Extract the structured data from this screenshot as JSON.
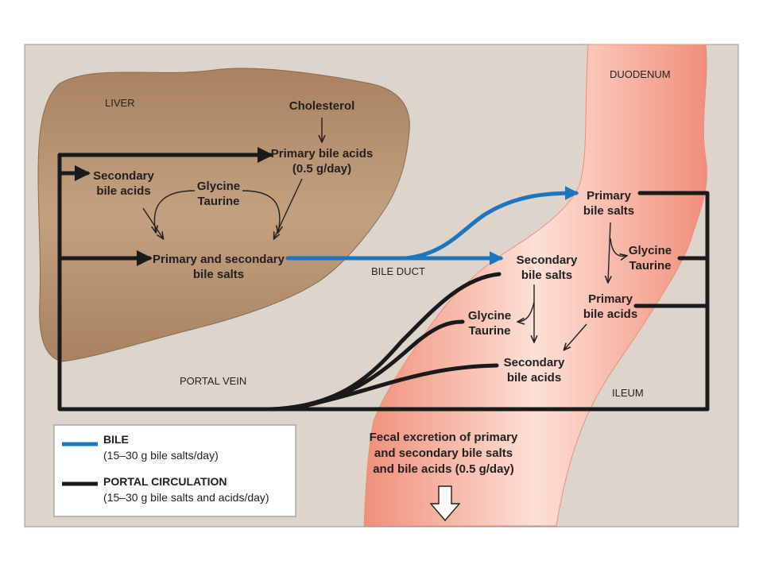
{
  "regions": {
    "liver": "LIVER",
    "duodenum": "DUODENUM",
    "bile_duct": "BILE DUCT",
    "portal_vein": "PORTAL VEIN",
    "ileum": "ILEUM"
  },
  "nodes": {
    "cholesterol": "Cholesterol",
    "primary_bile_acids_liver": [
      "Primary bile acids",
      "(0.5 g/day)"
    ],
    "secondary_bile_acids_liver": [
      "Secondary",
      "bile acids"
    ],
    "glycine_taurine_liver": [
      "Glycine",
      "Taurine"
    ],
    "primary_secondary_salts": [
      "Primary and secondary",
      "bile salts"
    ],
    "primary_bile_salts_gut": [
      "Primary",
      "bile salts"
    ],
    "glycine_taurine_right": [
      "Glycine",
      "Taurine"
    ],
    "secondary_bile_salts_gut": [
      "Secondary",
      "bile salts"
    ],
    "primary_bile_acids_gut": [
      "Primary",
      "bile acids"
    ],
    "glycine_taurine_left": [
      "Glycine",
      "Taurine"
    ],
    "secondary_bile_acids_gut": [
      "Secondary",
      "bile acids"
    ],
    "fecal_excretion": [
      "Fecal excretion of primary",
      "and secondary bile salts",
      "and bile acids (0.5 g/day)"
    ]
  },
  "legend": {
    "bile_title": "BILE",
    "bile_sub": "(15–30 g bile salts/day)",
    "portal_title": "PORTAL CIRCULATION",
    "portal_sub": "(15–30 g bile salts and acids/day)"
  },
  "colors": {
    "panel_bg": "#ddd5cc",
    "liver": "#b59070",
    "intestine": "#f5a690",
    "bile": "#1f75bd",
    "portal": "#1a1a1a"
  }
}
